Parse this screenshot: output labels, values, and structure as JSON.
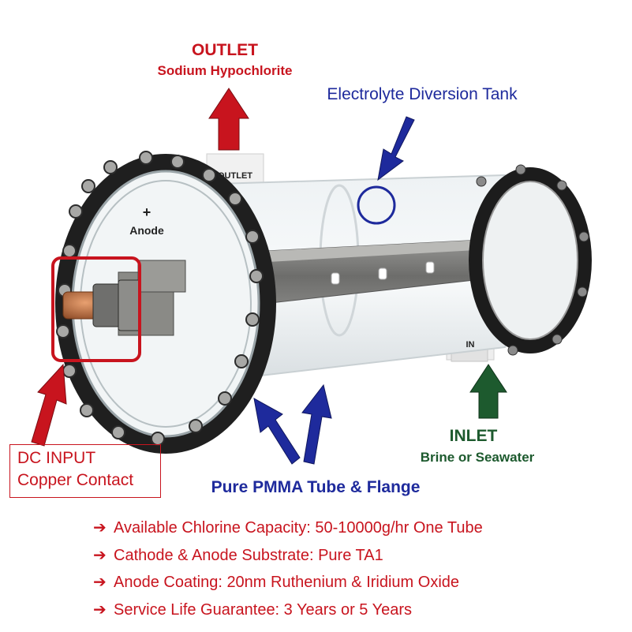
{
  "outlet": {
    "title": "OUTLET",
    "subtitle": "Sodium Hypochlorite"
  },
  "diversion_label": "Electrolyte Diversion Tank",
  "inlet": {
    "title": "INLET",
    "subtitle": "Brine or Seawater"
  },
  "dc_input": {
    "line1": "DC INPUT",
    "line2": "Copper Contact"
  },
  "pmma_label": "Pure PMMA Tube & Flange",
  "device_labels": {
    "anode_symbol": "+",
    "anode": "Anode",
    "outlet_tag": "OUTLET",
    "inlet_tag": "IN"
  },
  "bullet_glyph": "➔",
  "features": [
    "Available Chlorine Capacity: 50-10000g/hr One Tube",
    "Cathode & Anode Substrate: Pure TA1",
    "Anode Coating: 20nm Ruthenium & Iridium Oxide",
    "Service Life Guarantee: 3 Years or 5 Years"
  ],
  "colors": {
    "red": "#c8141e",
    "blue": "#1e2a9c",
    "green": "#1d5a2e"
  }
}
